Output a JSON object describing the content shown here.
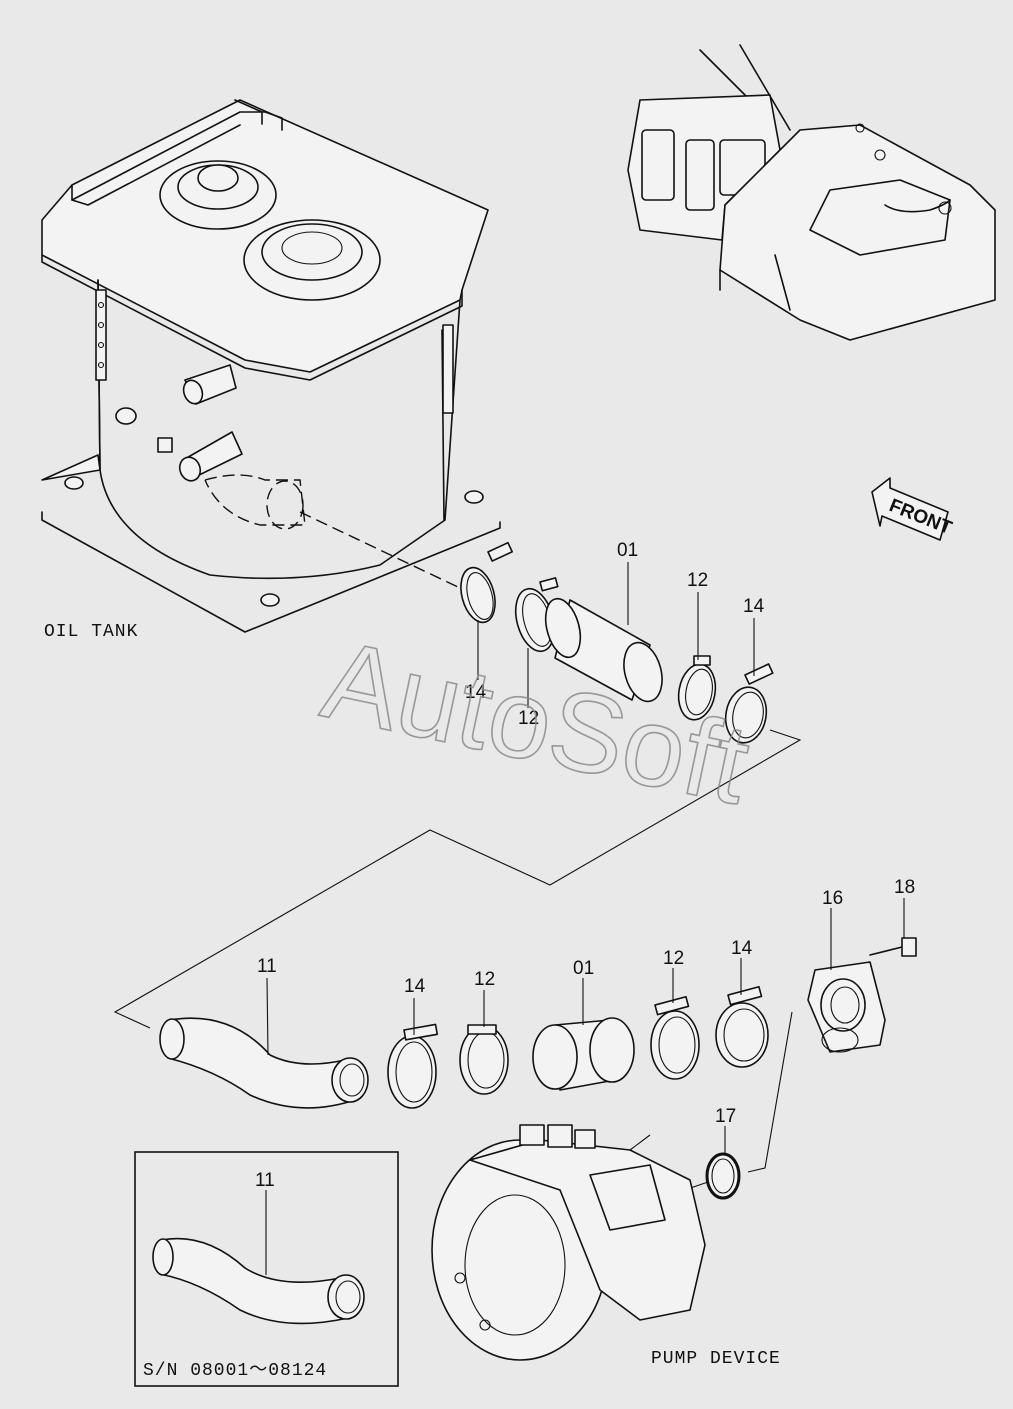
{
  "labels": {
    "oil_tank": "OIL TANK",
    "pump_device": "PUMP DEVICE",
    "front": "FRONT",
    "serial_range": "S/N  08001〜08124",
    "watermark": "AutoSoft"
  },
  "callouts": {
    "upper_01": "01",
    "upper_12a": "12",
    "upper_12b": "12",
    "upper_14a": "14",
    "upper_14b": "14",
    "lower_11": "11",
    "lower_14a": "14",
    "lower_12a": "12",
    "lower_01": "01",
    "lower_12b": "12",
    "lower_14b": "14",
    "lower_16": "16",
    "lower_18": "18",
    "lower_17": "17",
    "inset_11": "11"
  }
}
